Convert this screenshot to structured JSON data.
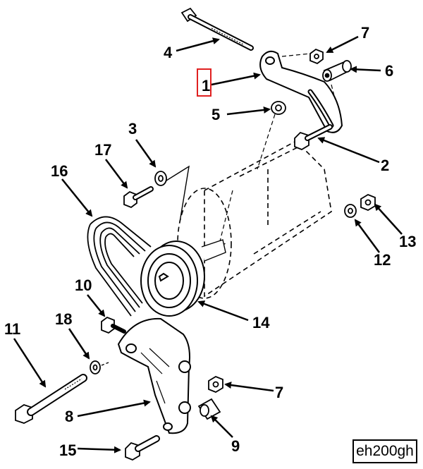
{
  "callouts": {
    "c1": "1",
    "c2": "2",
    "c3": "3",
    "c4": "4",
    "c5": "5",
    "c6": "6",
    "c7a": "7",
    "c7b": "7",
    "c8": "8",
    "c9": "9",
    "c10": "10",
    "c11": "11",
    "c12": "12",
    "c13": "13",
    "c14": "14",
    "c15": "15",
    "c16": "16",
    "c17": "17",
    "c18": "18"
  },
  "highlighted_callout": "1",
  "highlight_color": "#e02020",
  "figure_code": "eh200gh"
}
